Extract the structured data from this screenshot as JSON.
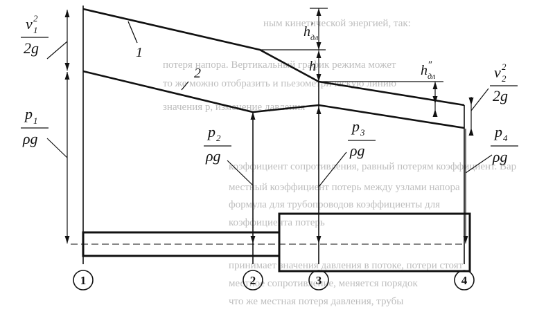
{
  "colors": {
    "ink": "#111111",
    "ghost_text": "#bdbdbd",
    "background": "#ffffff"
  },
  "ghost_text": {
    "top": "ным кинетической энергией, так:",
    "right_1": "потеря напора. Вертикальный график режима может",
    "right_2": "то же можно отобразить и пьезометрическую линию",
    "right_3": "значения p, изменение давления",
    "mid_1": "коэффициент сопротивления, равный потерям коэффициент. Вар",
    "mid_2": "местный коэффициент потерь между узлами напора",
    "mid_3": "формула для трубопроводов коэффициенты для",
    "mid_4": "коэффициента потерь",
    "bottom_1": "принимает значения давления в потоке, потери стоят",
    "bottom_2": "местное сопротивление, меняется порядок",
    "bottom_3": "что же местная потеря давления, трубы"
  },
  "line_labels": {
    "energy_line": "1",
    "piezometric_line": "2"
  },
  "head_labels": {
    "v1": {
      "num": "v",
      "sub": "1",
      "sup": "2",
      "den": "2g"
    },
    "v2": {
      "num": "v",
      "sub": "2",
      "sup": "2",
      "den": "2g"
    },
    "p1": {
      "num": "p",
      "sub": "1",
      "den": "ρg"
    },
    "p2": {
      "num": "p",
      "sub": "2",
      "den": "ρg"
    },
    "p3": {
      "num": "p",
      "sub": "3",
      "den": "ρg"
    },
    "p4": {
      "num": "p",
      "sub": "4",
      "den": "ρg"
    }
  },
  "loss_labels": {
    "h_prime": {
      "main": "h",
      "sup": "′",
      "sub": "дл"
    },
    "h": {
      "main": "h"
    },
    "h_double_prime": {
      "main": "h",
      "sup": "″",
      "sub": "дл"
    }
  },
  "sections": [
    "1",
    "2",
    "3",
    "4"
  ]
}
